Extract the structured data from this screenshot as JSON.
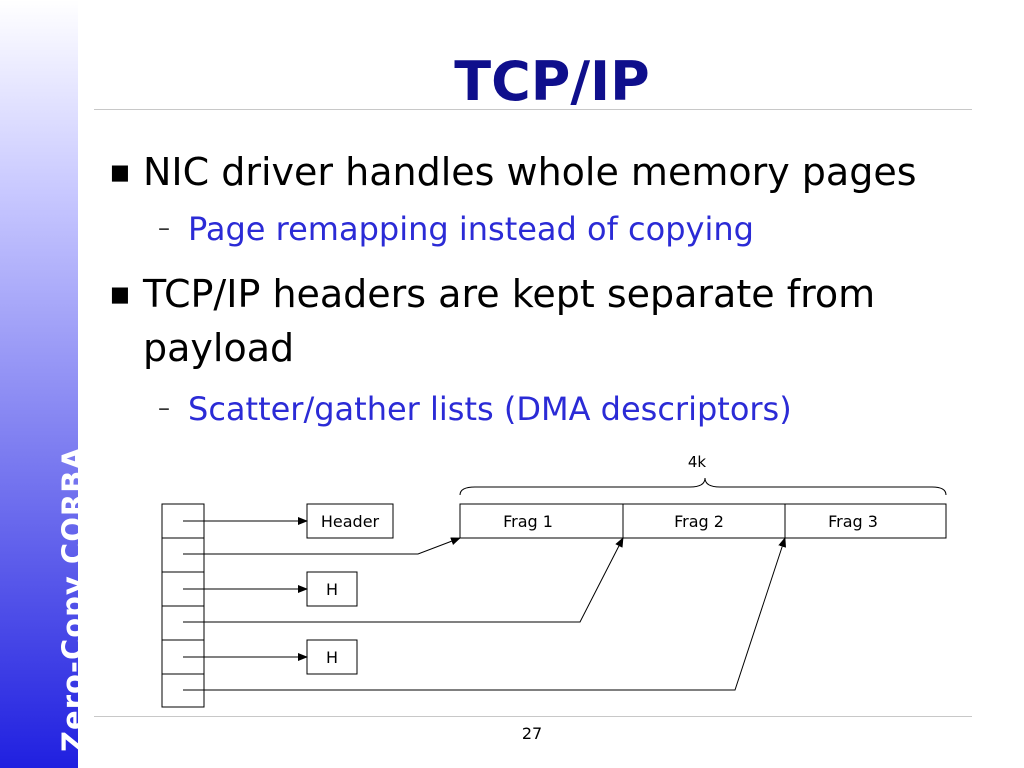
{
  "sidebar": {
    "label": "Zero-Copy CORBA"
  },
  "slide": {
    "title": "TCP/IP",
    "bullets": [
      {
        "text": "NIC driver handles whole memory pages",
        "sub": "Page remapping instead of copying"
      },
      {
        "text_line1": "TCP/IP headers are kept separate from",
        "text_line2": "payload",
        "sub": "Scatter/gather lists (DMA descriptors)"
      }
    ],
    "page_number": "27"
  },
  "diagram": {
    "brace_label": "4k",
    "header_box": "Header",
    "h_boxes": [
      "H",
      "H"
    ],
    "fragments": [
      "Frag 1",
      "Frag 2",
      "Frag 3"
    ]
  },
  "colors": {
    "title": "#0f0f8c",
    "sub_bullet": "#2b2bd6"
  }
}
